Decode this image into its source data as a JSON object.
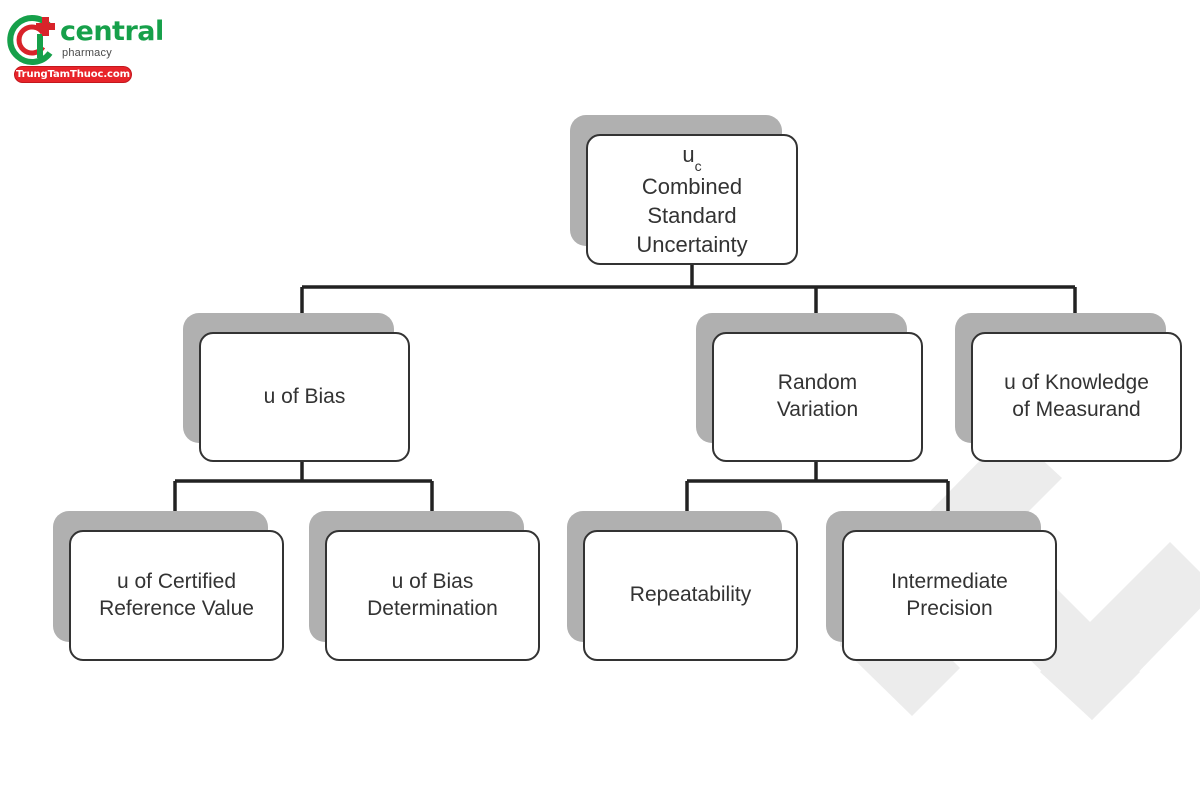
{
  "branding": {
    "logo_icon": "central-pharmacy-c-cross-logo",
    "name": "central",
    "tagline": "pharmacy",
    "ribbon": "TrungTamThuoc.com",
    "colors": {
      "green": "#16a04a",
      "red": "#e8242a",
      "ribbon_text": "#ffffff"
    }
  },
  "diagram": {
    "type": "tree",
    "title": "Combined Standard Uncertainty breakdown",
    "node_style": {
      "fill": "#ffffff",
      "stroke": "#333333",
      "shadow": "#b0b0b0",
      "text": "#333333"
    },
    "nodes": {
      "root": {
        "symbol": "u",
        "subscript": "c",
        "label": "Combined\nStandard\nUncertainty"
      },
      "u_of_bias": {
        "label": "u of Bias"
      },
      "random_variation": {
        "label": "Random\nVariation"
      },
      "u_knowledge_measurand": {
        "label": "u of Knowledge\nof Measurand"
      },
      "u_certified_reference_value": {
        "label": "u of Certified\nReference Value"
      },
      "u_bias_determination": {
        "label": "u of Bias\nDetermination"
      },
      "repeatability": {
        "label": "Repeatability"
      },
      "intermediate_precision": {
        "label": "Intermediate\nPrecision"
      }
    },
    "edges": [
      {
        "from": "root",
        "to": "u_of_bias"
      },
      {
        "from": "root",
        "to": "random_variation"
      },
      {
        "from": "root",
        "to": "u_knowledge_measurand"
      },
      {
        "from": "u_of_bias",
        "to": "u_certified_reference_value"
      },
      {
        "from": "u_of_bias",
        "to": "u_bias_determination"
      },
      {
        "from": "random_variation",
        "to": "repeatability"
      },
      {
        "from": "random_variation",
        "to": "intermediate_precision"
      }
    ]
  },
  "watermark": {
    "shape": "chevron-watermark",
    "color": "#ececec"
  }
}
